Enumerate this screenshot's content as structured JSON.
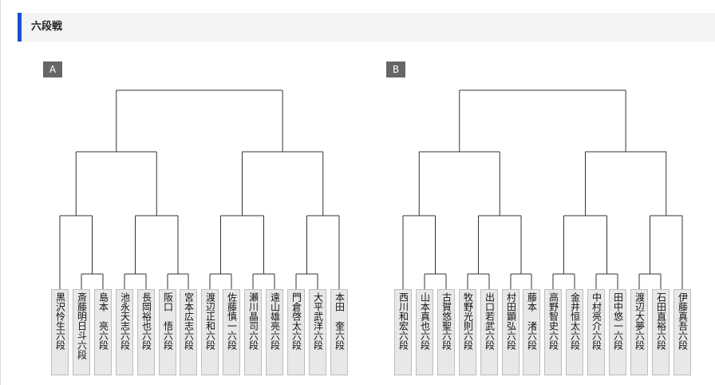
{
  "section": {
    "title": "六段戦"
  },
  "blocks": [
    {
      "label": "A",
      "players": [
        "黒沢怜生六段",
        "斎藤明日斗六段",
        "島本　亮六段",
        "池永天志六段",
        "長岡裕也六段",
        "阪口　悟六段",
        "宮本広志六段",
        "渡辺正和六段",
        "佐藤慎一六段",
        "瀬川晶司六段",
        "遠山雄亮六段",
        "門倉啓太六段",
        "大平武洋六段",
        "本田　奎六段"
      ]
    },
    {
      "label": "B",
      "players": [
        "西川和宏六段",
        "山本真也六段",
        "古賀悠聖六段",
        "牧野光則六段",
        "出口若武六段",
        "村田顕弘六段",
        "藤本　渚六段",
        "高野智史六段",
        "金井恒太六段",
        "中村亮介六段",
        "田中悠一六段",
        "渡辺大夢六段",
        "石田直裕六段",
        "伊藤真吾六段"
      ]
    }
  ],
  "colors": {
    "accent": "#1a4fd0",
    "header_bg": "#f4f4f4",
    "badge_bg": "#666666",
    "card_bg": "#e8e8e8",
    "line": "#333333"
  }
}
